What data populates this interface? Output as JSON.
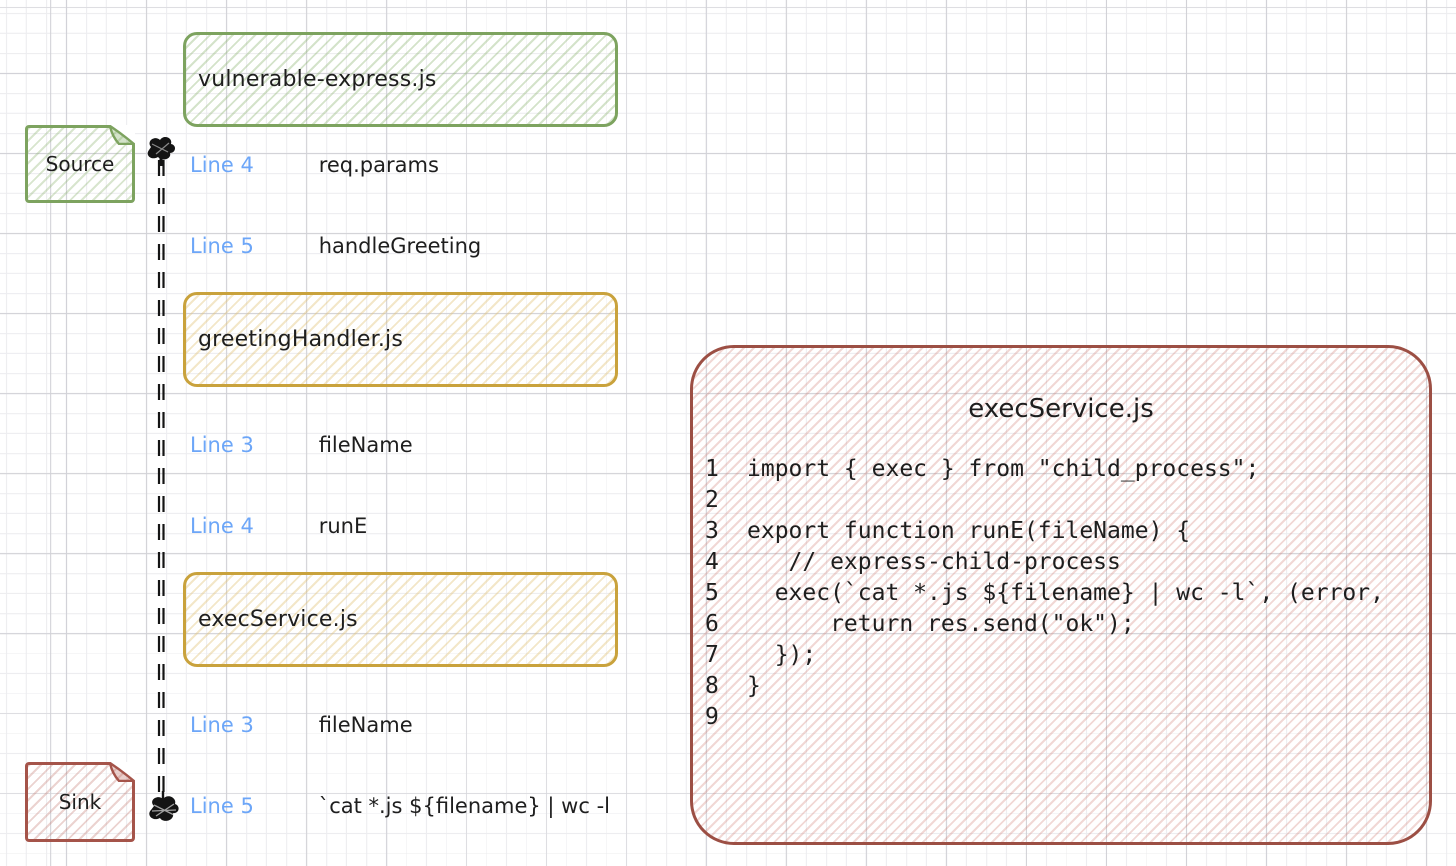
{
  "palette": {
    "green_stroke": "#7da35f",
    "yellow_stroke": "#c9a23c",
    "red_stroke": "#9c4f44",
    "blue_line_ref": "#6ca6f8",
    "ink": "#1e1e1e"
  },
  "file_nodes": [
    {
      "label": "vulnerable-express.js",
      "color": "green"
    },
    {
      "label": "greetingHandler.js",
      "color": "yellow"
    },
    {
      "label": "execService.js",
      "color": "yellow"
    }
  ],
  "source_note": {
    "label": "Source"
  },
  "sink_note": {
    "label": "Sink"
  },
  "trace": {
    "entries": [
      {
        "line": "Line 4",
        "value": "req.params"
      },
      {
        "line": "Line 5",
        "value": "handleGreeting"
      },
      {
        "line": "Line 3",
        "value": "fileName"
      },
      {
        "line": "Line 4",
        "value": "runE"
      },
      {
        "line": "Line 3",
        "value": "fileName"
      },
      {
        "line": "Line 5",
        "value": "`cat *.js ${filename} | wc -l"
      }
    ]
  },
  "code_panel": {
    "title": "execService.js",
    "lines": [
      {
        "no": "1",
        "text": "import { exec } from \"child_process\";"
      },
      {
        "no": "2",
        "text": ""
      },
      {
        "no": "3",
        "text": "export function runE(fileName) {"
      },
      {
        "no": "4",
        "text": "   // express-child-process"
      },
      {
        "no": "5",
        "text": "  exec(`cat *.js ${filename} | wc -l`, (error,"
      },
      {
        "no": "6",
        "text": "      return res.send(\"ok\");"
      },
      {
        "no": "7",
        "text": "  });"
      },
      {
        "no": "8",
        "text": "}"
      },
      {
        "no": "9",
        "text": ""
      }
    ]
  }
}
